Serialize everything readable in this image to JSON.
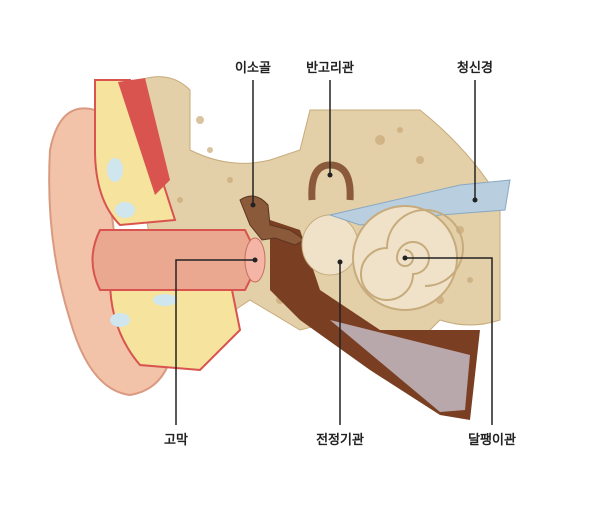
{
  "title": "Ear anatomy",
  "labels": {
    "ossicles": "이소골",
    "semicircular_canals": "반고리관",
    "auditory_nerve": "청신경",
    "eardrum": "고막",
    "vestibule": "전정기관",
    "cochlea": "달팽이관"
  },
  "colors": {
    "skin": "#f2c3a8",
    "bone": "#e3cfa8",
    "cartilage": "#f5e39e",
    "canal": "#e9a88f",
    "muscle": "#d9534f",
    "cochlea": "#efe2c8",
    "nerve": "#b9cfe0",
    "tissue": "#7a3f22"
  }
}
